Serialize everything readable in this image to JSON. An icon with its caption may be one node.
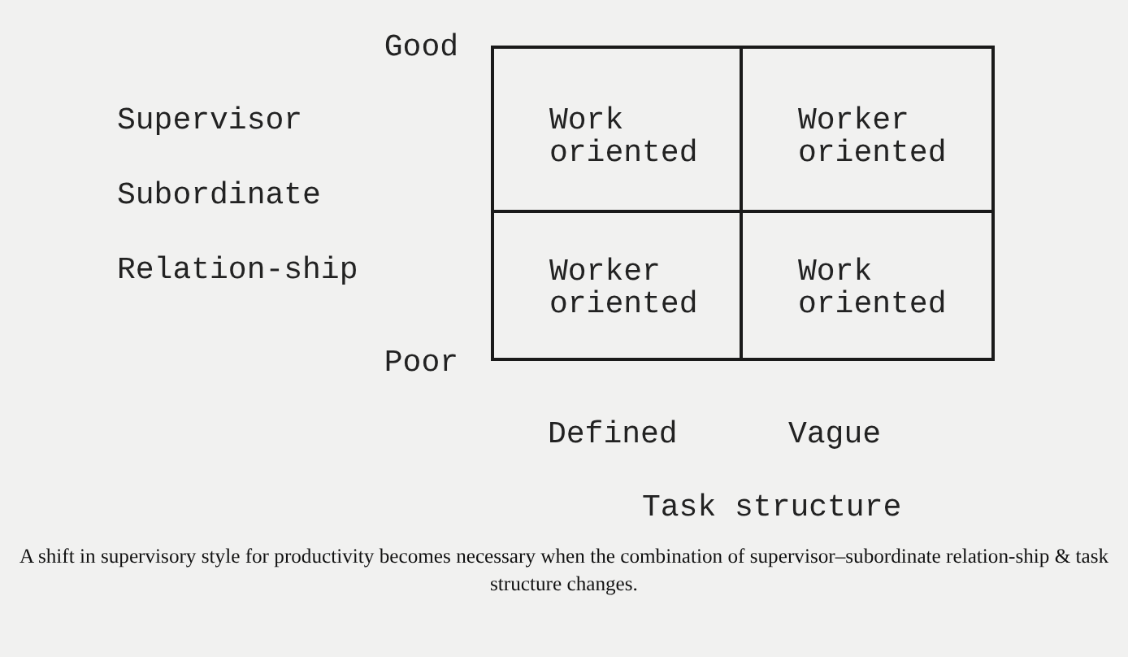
{
  "diagram": {
    "caption": "A shift in supervisory style for productivity becomes necessary when the combination of supervisor–subordinate relation-ship & task structure changes.",
    "nodes": [
      {
        "text": [
          "Work oriented"
        ]
      },
      {
        "text": [
          "Worker oriented"
        ]
      },
      {
        "text": [
          "Worker oriented"
        ]
      },
      {
        "text": [
          "Work oriented"
        ]
      }
    ],
    "labels": [
      "Good",
      "Supervisor",
      "Subordinate",
      "Relation-ship",
      "Poor",
      "Defined",
      "Vague",
      "Task structure"
    ]
  }
}
